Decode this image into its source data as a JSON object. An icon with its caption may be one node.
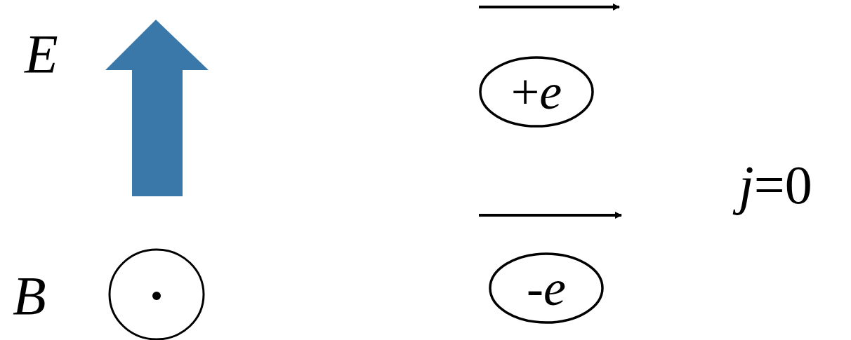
{
  "diagram": {
    "nodes": [
      {
        "text": [
          "+*e*"
        ]
      },
      {
        "text": [
          "-*e*"
        ]
      }
    ],
    "labels": [
      "E",
      "*j*=0",
      "B"
    ]
  }
}
